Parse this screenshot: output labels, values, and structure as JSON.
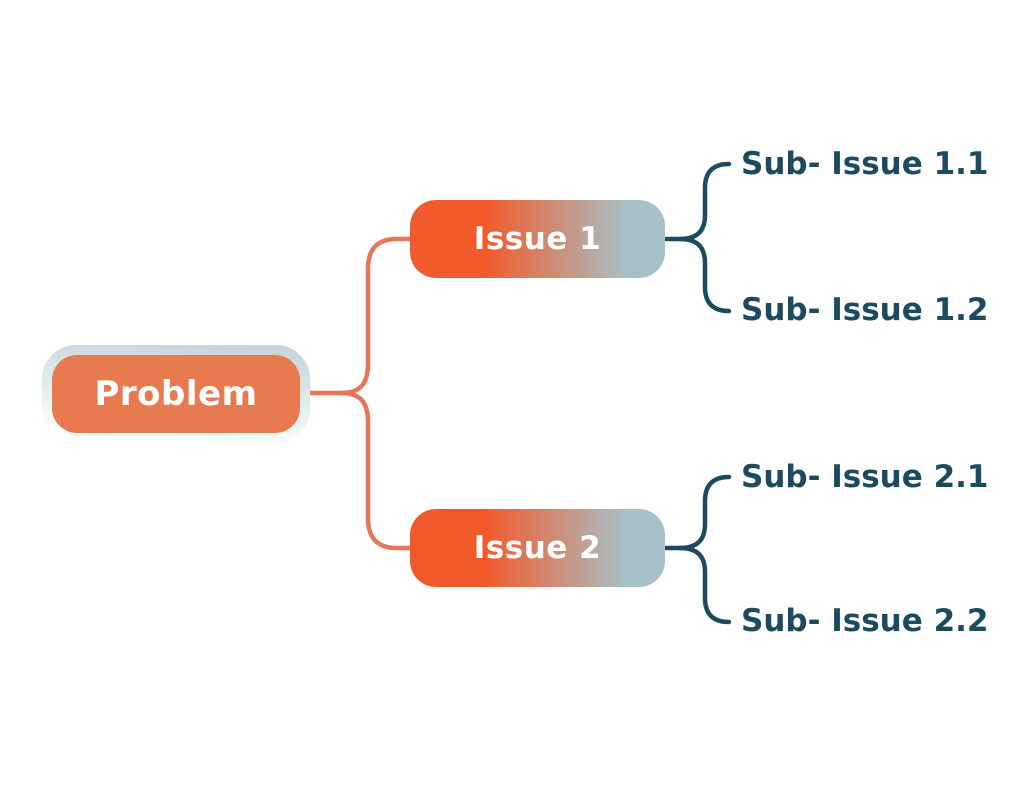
{
  "diagram": {
    "type": "issue-tree-mindmap",
    "root": {
      "label": "Problem"
    },
    "issues": [
      {
        "label": "Issue 1",
        "sub_issues": [
          {
            "label": "Sub- Issue 1.1"
          },
          {
            "label": "Sub- Issue 1.2"
          }
        ]
      },
      {
        "label": "Issue 2",
        "sub_issues": [
          {
            "label": "Sub- Issue 2.1"
          },
          {
            "label": "Sub- Issue 2.2"
          }
        ]
      }
    ],
    "colors": {
      "background": "#FFFFFF",
      "root_fill": "#E87A50",
      "root_border_top": "#C2D2D6",
      "root_border_bottom": "#FFFFFF",
      "issue_gradient_start": "#F15B2C",
      "issue_gradient_end": "#A6C2C8",
      "left_connector": "#E87559",
      "right_connector": "#1C4B5F",
      "node_text": "#FFFFFF",
      "sub_issue_text": "#1C4B5F"
    }
  }
}
